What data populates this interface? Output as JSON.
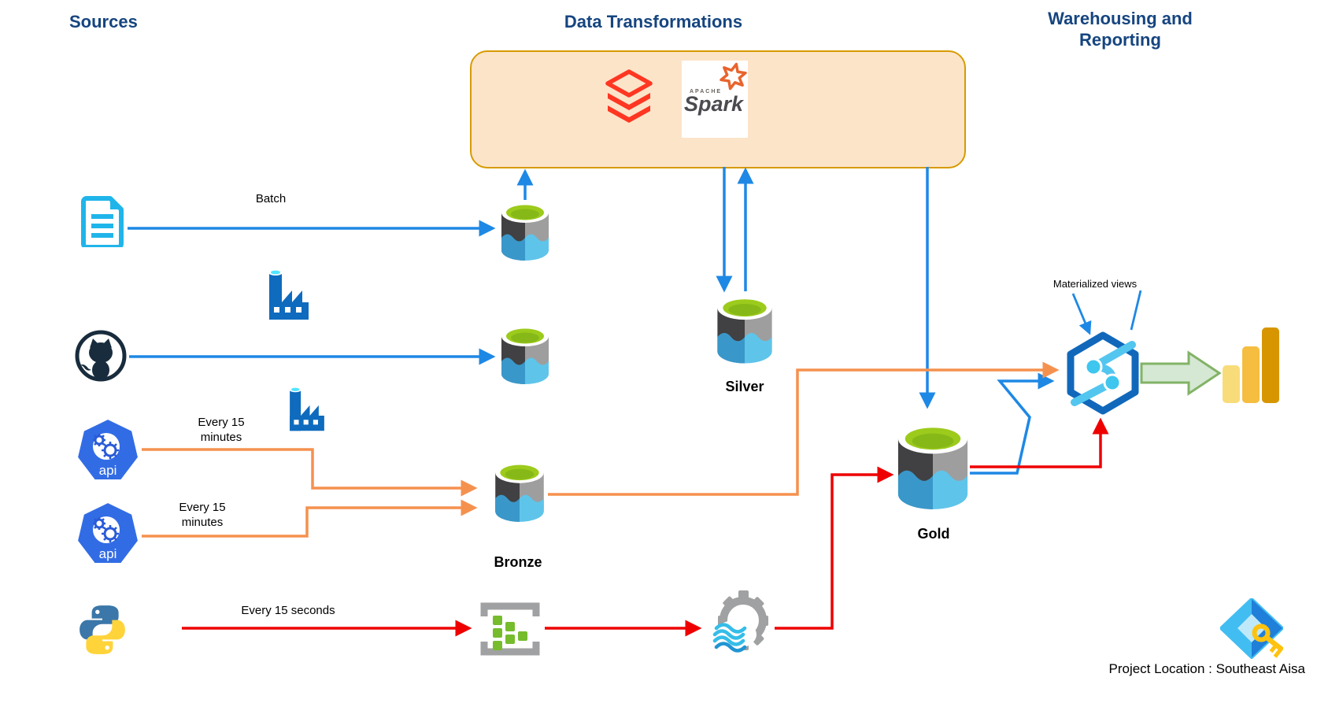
{
  "headers": {
    "sources": "Sources",
    "transformations": "Data Transformations",
    "warehousing": "Warehousing and Reporting"
  },
  "edge_labels": {
    "batch": "Batch",
    "api_top": "Every 15 minutes",
    "api_bottom": "Every 15 minutes",
    "streaming": "Every 15 seconds",
    "materialized_views": "Materialized views"
  },
  "node_labels": {
    "bronze": "Bronze",
    "silver": "Silver",
    "gold": "Gold"
  },
  "icon_texts": {
    "api": "api",
    "apache": "APACHE",
    "spark": "Spark"
  },
  "footer": {
    "project_location": "Project Location : Southeast Aisa"
  },
  "colors": {
    "title_navy": "#16457F",
    "arrow_blue": "#1E88E5",
    "arrow_orange": "#F5914E",
    "arrow_red": "#EE0000",
    "box_fill": "#FCE4C9",
    "box_border": "#D79B00",
    "green_arrow_fill": "#D5E8D4",
    "green_arrow_border": "#82B366",
    "databricks_red": "#FF3621",
    "storage_lime": "#9CCB1C",
    "storage_blue": "#4FB3DF"
  }
}
